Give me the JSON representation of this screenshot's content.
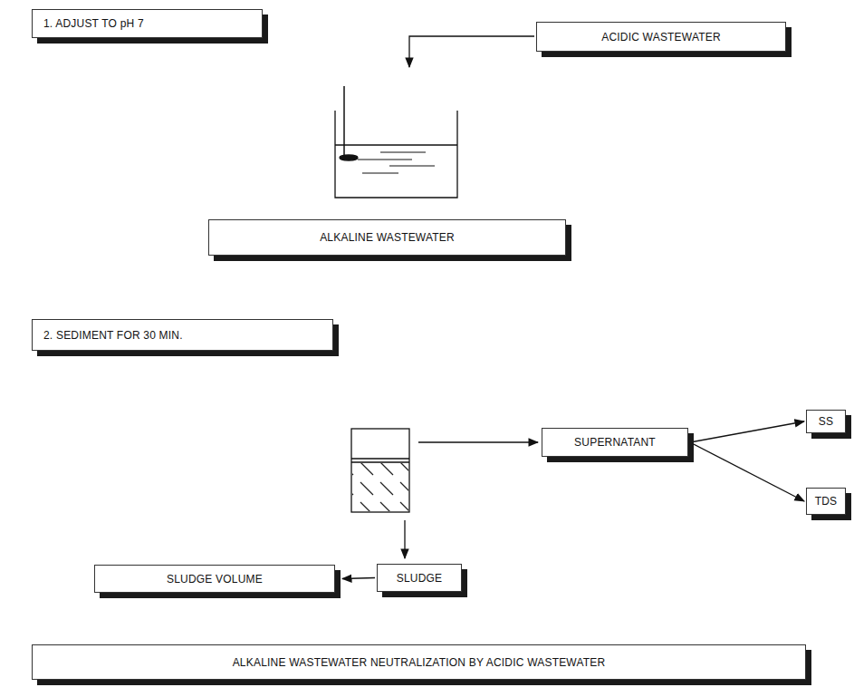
{
  "diagram": {
    "nodes": [
      {
        "text": [
          "1. ADJUST TO pH 7"
        ]
      },
      {
        "text": [
          "ACIDIC WASTEWATER"
        ]
      },
      {
        "text": [
          "ALKALINE WASTEWATER"
        ]
      },
      {
        "text": [
          "2. SEDIMENT FOR 30 MIN."
        ]
      },
      {
        "text": [
          "SUPERNATANT"
        ]
      },
      {
        "text": [
          "SS"
        ]
      },
      {
        "text": [
          "TDS"
        ]
      },
      {
        "text": [
          "SLUDGE"
        ]
      },
      {
        "text": [
          "SLUDGE VOLUME"
        ]
      },
      {
        "text": [
          "ALKALINE WASTEWATER NEUTRALIZATION BY ACIDIC WASTEWATER"
        ]
      }
    ],
    "edges": [
      {
        "from": 4,
        "to": 5,
        "arrow": "to"
      },
      {
        "from": 4,
        "to": 6,
        "arrow": "to"
      },
      {
        "from": 7,
        "to": 8,
        "arrow": "to"
      }
    ]
  }
}
